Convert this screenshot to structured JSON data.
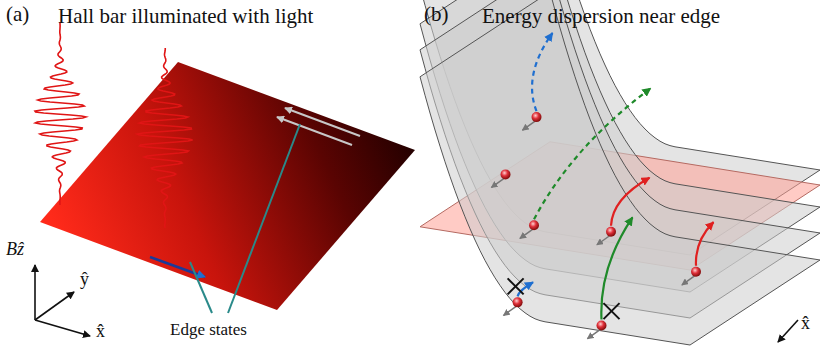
{
  "diagram": {
    "labels": [
      "(a)",
      "Hall bar illuminated with light",
      "(b)",
      "Energy dispersion near edge",
      "Bẑ",
      "ŷ",
      "x̂",
      "Edge states",
      "x̂"
    ]
  }
}
